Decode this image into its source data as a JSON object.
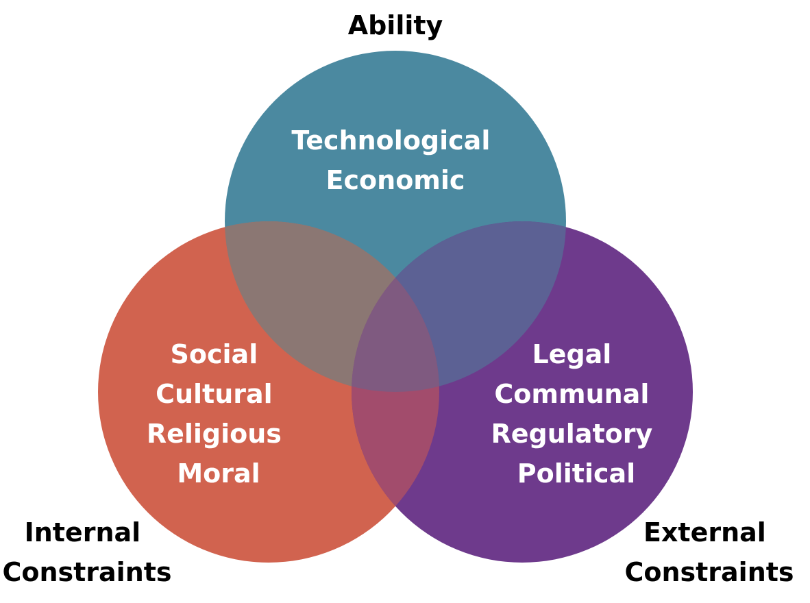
{
  "diagram": {
    "sets": [
      {
        "id": "ability",
        "title": [
          "Ability"
        ],
        "items": [
          "Technological",
          "Economic"
        ],
        "color": "#4b89a0"
      },
      {
        "id": "internal",
        "title": [
          "Internal",
          "Constraints"
        ],
        "items": [
          "Social",
          "Cultural",
          "Religious",
          "Moral"
        ],
        "color": "#d1634f"
      },
      {
        "id": "external",
        "title": [
          "External",
          "Constraints"
        ],
        "items": [
          "Legal",
          "Communal",
          "Regulatory",
          "Political"
        ],
        "color": "#6e3a8c"
      }
    ],
    "overlaps": {
      "ability_internal": "#8b7773",
      "ability_external": "#5c6194",
      "internal_external": "#a24c6c",
      "all": "#7f5a80"
    }
  }
}
